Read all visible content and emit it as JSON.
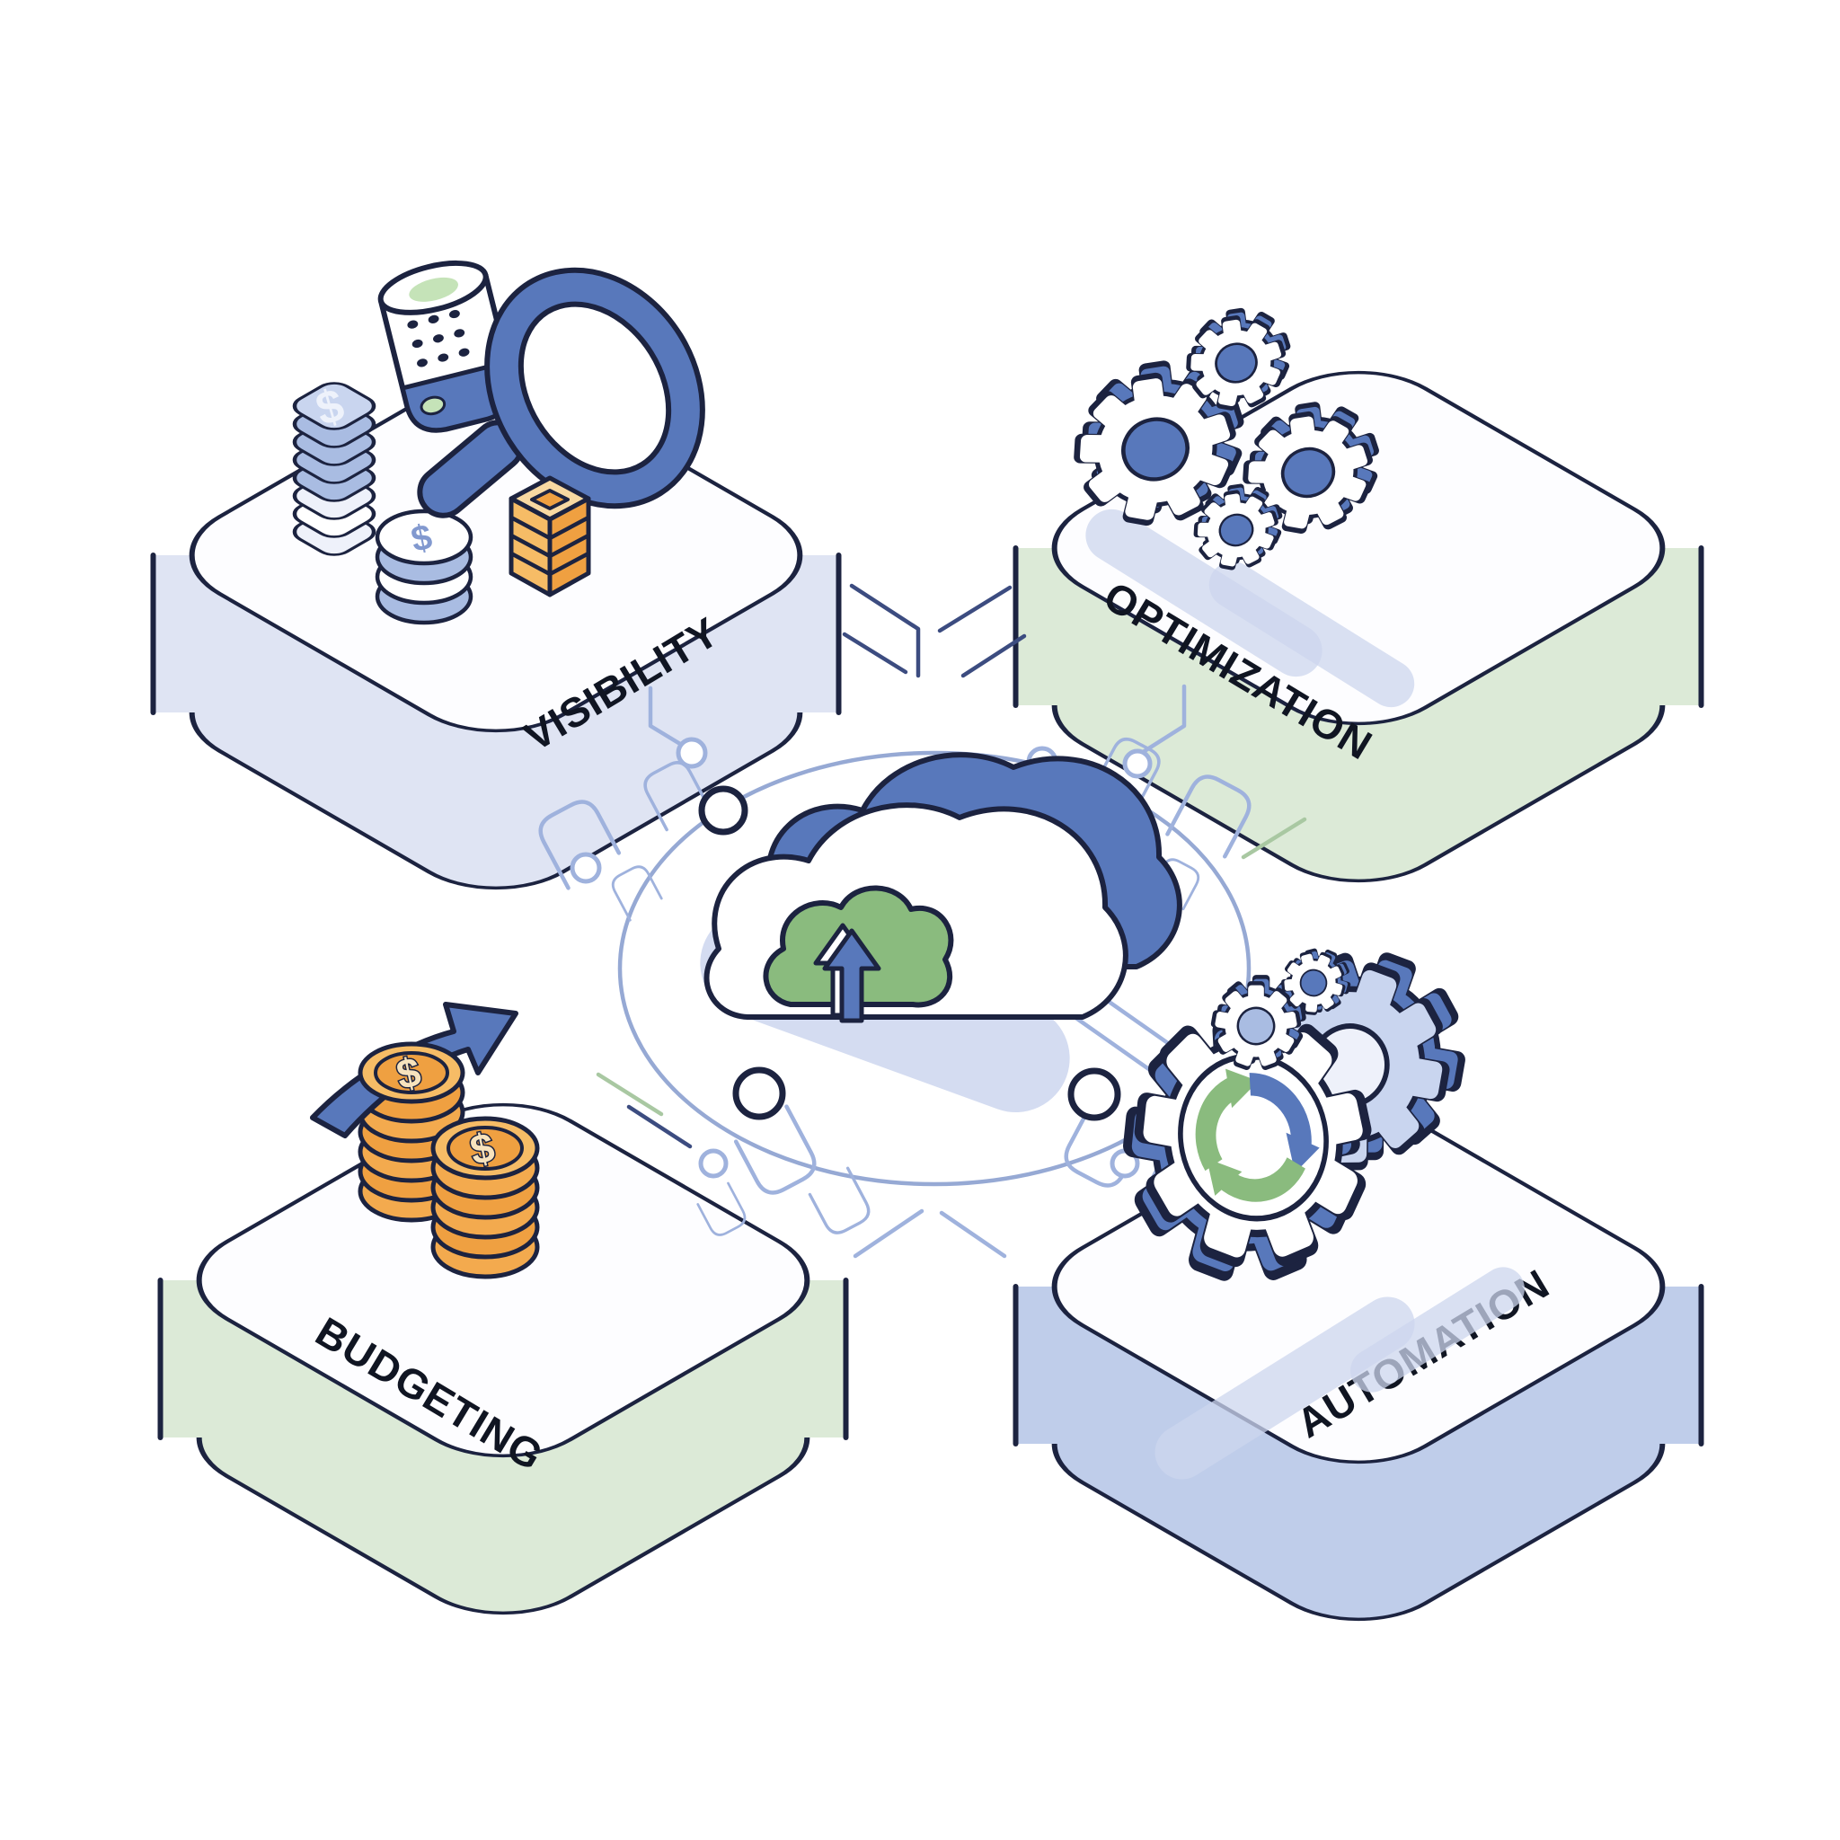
{
  "colors": {
    "ink": "#1c2340",
    "card_top": "#fdfdff",
    "glass_white": "#ffffff",
    "mid_blue": "#5878bb",
    "periwinkle": "#a9bce2",
    "periwinkle_light": "#c9d5ef",
    "plate_light": "#eef1fa",
    "leaf_green": "#8abb7e",
    "pale_green": "#c5e3b8",
    "gold": "#f3aa4e",
    "gold_light": "#f6bc66",
    "gold_mid": "#efa041",
    "gold_face": "#f8d9a2",
    "trace": "#9fb2dd",
    "trace_dark": "#3c4c80",
    "trace_green": "#a9c8a2",
    "shadow_blue": "#ccd6ee",
    "ring": "#96a9d4",
    "label": "#101522",
    "dollar_blue": "#8299cf",
    "dollar_cream": "#f7e3bd",
    "dollar_white": "#eef2fb"
  },
  "glyphs": {
    "dollar": "$"
  },
  "center": {
    "icon": "cloud-upload-icon"
  },
  "platforms": [
    {
      "id": "visibility",
      "label": "VISIBILITY",
      "position": "top-left",
      "side_color": "#dfe4f3",
      "icon": "magnifier-coins-audit-icon"
    },
    {
      "id": "optimization",
      "label": "OPTIMIZATION",
      "position": "top-right",
      "side_color": "#dcead7",
      "icon": "gears-icon"
    },
    {
      "id": "budgeting",
      "label": "BUDGETING",
      "position": "bottom-left",
      "side_color": "#dcead7",
      "icon": "coin-stacks-growth-arrow-icon"
    },
    {
      "id": "automation",
      "label": "AUTOMATION",
      "position": "bottom-right",
      "side_color": "#bfcdea",
      "icon": "gears-recycle-icon"
    }
  ]
}
